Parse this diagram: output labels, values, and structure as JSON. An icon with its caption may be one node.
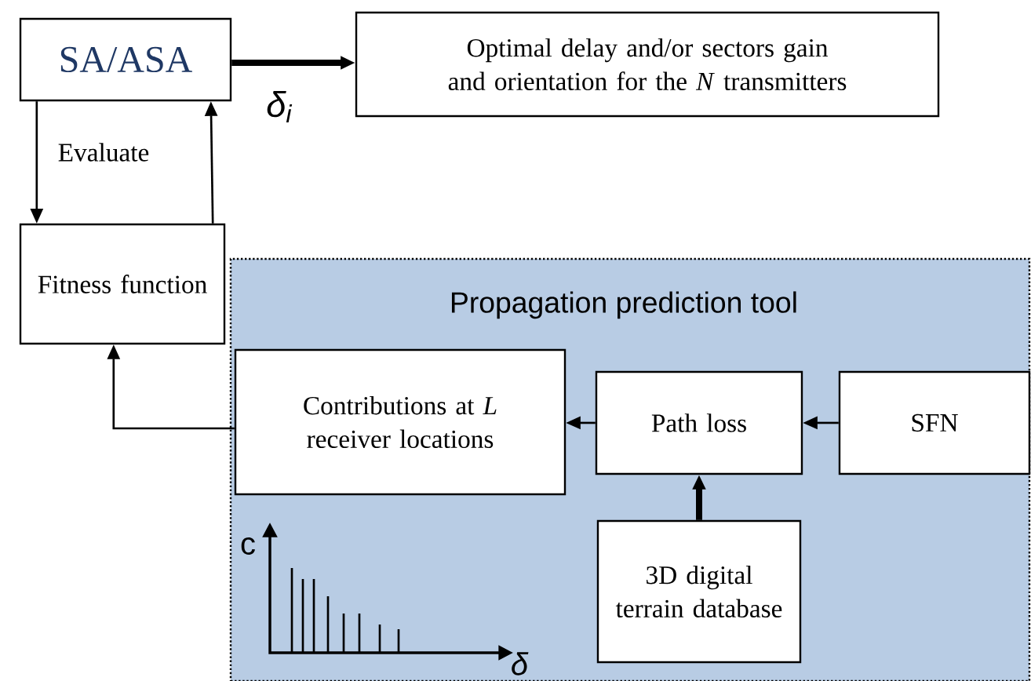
{
  "diagram": {
    "nodes": [
      {
        "text": [
          "SA/ASA"
        ]
      },
      {
        "text": [
          "Optimal delay and/or sectors gain and orientation for the *N* transmitters"
        ]
      },
      {
        "text": [
          "Fitness function"
        ]
      },
      {
        "text": [
          "Propagation prediction tool"
        ]
      },
      {
        "text": [
          "Contributions at *L* receiver locations"
        ],
        "in": 3
      },
      {
        "text": [
          "Path loss"
        ],
        "in": 3
      },
      {
        "text": [
          "SFN"
        ],
        "in": 3
      },
      {
        "text": [
          "3D digital terrain database"
        ],
        "in": 3
      }
    ],
    "edges": [
      {
        "from": 0,
        "to": 1,
        "arrow": "to",
        "label": "δ$_{i}$",
        "style": "thick"
      },
      {
        "from": 0,
        "to": 2,
        "arrow": "to",
        "label": "Evaluate"
      },
      {
        "from": 2,
        "to": 0,
        "arrow": "to"
      },
      {
        "from": 6,
        "to": 5,
        "arrow": "to"
      },
      {
        "from": 5,
        "to": 4,
        "arrow": "to"
      },
      {
        "from": 7,
        "to": 5,
        "arrow": "to",
        "style": "thick"
      },
      {
        "from": 4,
        "to": 2,
        "arrow": "to"
      }
    ],
    "labels": [
      "c",
      "δ"
    ]
  }
}
